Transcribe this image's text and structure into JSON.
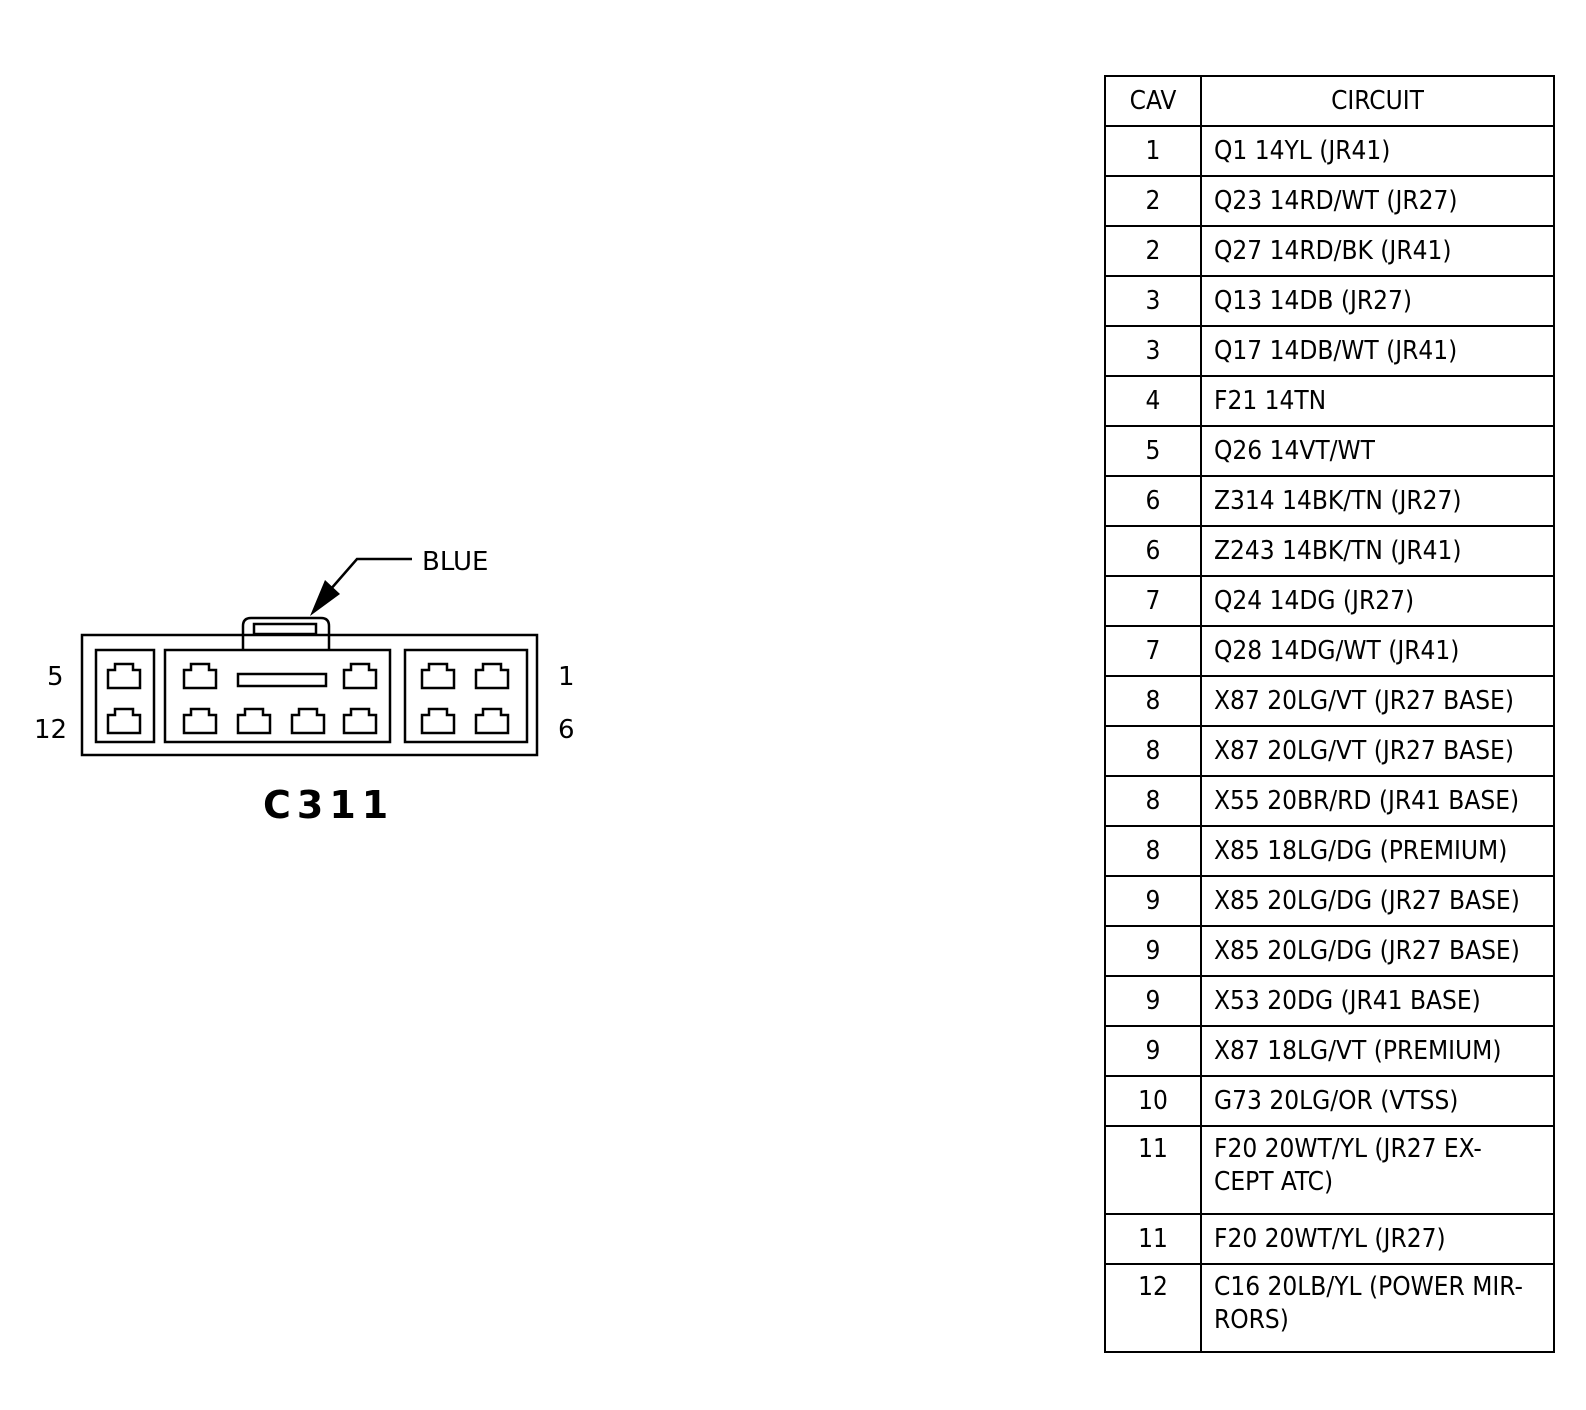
{
  "connector": {
    "name": "C311",
    "color_label": "BLUE",
    "pin_labels": {
      "top_left": "5",
      "bottom_left": "12",
      "top_right": "1",
      "bottom_right": "6"
    }
  },
  "table": {
    "headers": {
      "cav": "CAV",
      "circuit": "CIRCUIT"
    },
    "rows": [
      {
        "cav": "1",
        "circuit": "Q1 14YL (JR41)"
      },
      {
        "cav": "2",
        "circuit": "Q23 14RD/WT (JR27)"
      },
      {
        "cav": "2",
        "circuit": "Q27 14RD/BK (JR41)"
      },
      {
        "cav": "3",
        "circuit": "Q13 14DB (JR27)"
      },
      {
        "cav": "3",
        "circuit": "Q17 14DB/WT (JR41)"
      },
      {
        "cav": "4",
        "circuit": "F21 14TN"
      },
      {
        "cav": "5",
        "circuit": "Q26 14VT/WT"
      },
      {
        "cav": "6",
        "circuit": "Z314 14BK/TN (JR27)"
      },
      {
        "cav": "6",
        "circuit": "Z243 14BK/TN (JR41)"
      },
      {
        "cav": "7",
        "circuit": "Q24 14DG (JR27)"
      },
      {
        "cav": "7",
        "circuit": "Q28 14DG/WT (JR41)"
      },
      {
        "cav": "8",
        "circuit": "X87 20LG/VT (JR27 BASE)"
      },
      {
        "cav": "8",
        "circuit": "X87 20LG/VT (JR27 BASE)"
      },
      {
        "cav": "8",
        "circuit": "X55 20BR/RD (JR41 BASE)"
      },
      {
        "cav": "8",
        "circuit": "X85 18LG/DG (PREMIUM)"
      },
      {
        "cav": "9",
        "circuit": "X85 20LG/DG (JR27 BASE)"
      },
      {
        "cav": "9",
        "circuit": "X85 20LG/DG (JR27 BASE)"
      },
      {
        "cav": "9",
        "circuit": "X53 20DG (JR41 BASE)"
      },
      {
        "cav": "9",
        "circuit": "X87 18LG/VT (PREMIUM)"
      },
      {
        "cav": "10",
        "circuit": "G73 20LG/OR (VTSS)"
      },
      {
        "cav": "11",
        "circuit": "F20 20WT/YL (JR27 EX-\nCEPT ATC)"
      },
      {
        "cav": "11",
        "circuit": "F20 20WT/YL (JR27)"
      },
      {
        "cav": "12",
        "circuit": "C16 20LB/YL (POWER MIR-\nRORS)"
      }
    ]
  }
}
